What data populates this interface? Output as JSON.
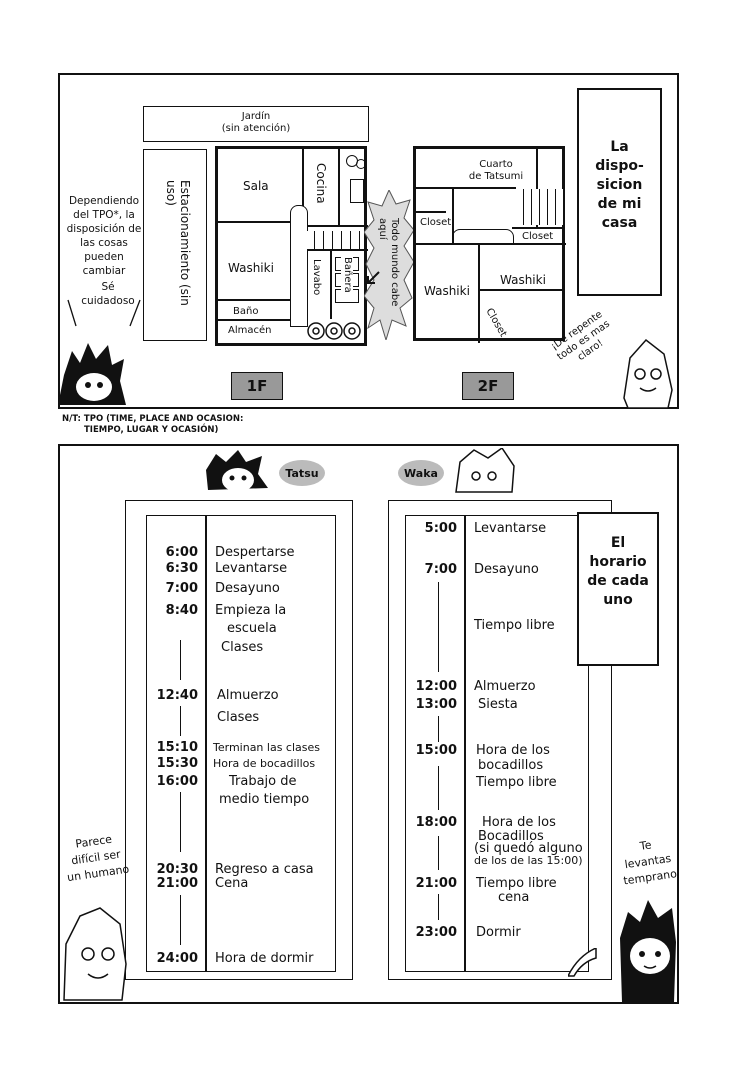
{
  "top_panel": {
    "garden": "Jardín",
    "garden_sub": "(sin atención)",
    "parking": "Estacionamiento (sin uso)",
    "living": "Sala",
    "kitchen": "Cocina",
    "washiki_1f": "Washiki",
    "bathtub": "Bañera",
    "sink": "Lavabo",
    "toilet": "Baño",
    "storage": "Almacén",
    "everyone_fits": "Todo mundo cabe aquí",
    "room_tatsumi_1": "Cuarto",
    "room_tatsumi_2": "de Tatsumi",
    "closet_1": "Closet",
    "closet_2": "Closet",
    "closet_3": "Closet",
    "washiki_2f_a": "Washiki",
    "washiki_2f_b": "Washiki",
    "floor_1": "1F",
    "floor_2": "2F",
    "title_lines": [
      "La",
      "dispo-",
      "sicion",
      "de mi",
      "casa"
    ],
    "left_note_lines": [
      "Dependiendo",
      "del TPO*, la",
      "disposición de",
      "las cosas",
      "pueden cambiar"
    ],
    "careful_lines": [
      "Sé",
      "cuidadoso"
    ],
    "right_note": "¡De repente todo es mas claro!"
  },
  "translator_note": {
    "line1": "N/T: TPO (TIME, PLACE AND OCASION:",
    "line2": "TIEMPO, LUGAR Y OCASIÓN)"
  },
  "bottom_panel": {
    "tatsu_label": "Tatsu",
    "waka_label": "Waka",
    "title_lines": [
      "El",
      "horario",
      "de cada",
      "uno"
    ],
    "left_comment_lines": [
      "Parece",
      "difícil ser",
      "un humano"
    ],
    "right_comment_lines": [
      "Te",
      "levantas",
      "temprano"
    ],
    "tatsu_schedule": [
      {
        "time": "6:00",
        "activity": "Despertarse"
      },
      {
        "time": "6:30",
        "activity": "Levantarse"
      },
      {
        "time": "7:00",
        "activity": "Desayuno"
      },
      {
        "time": "8:40",
        "activity": "Empieza la"
      },
      {
        "time": "",
        "activity": "escuela"
      },
      {
        "time": "",
        "activity": "Clases"
      },
      {
        "time": "12:40",
        "activity": "Almuerzo"
      },
      {
        "time": "",
        "activity": "Clases"
      },
      {
        "time": "15:10",
        "activity": "Terminan las clases"
      },
      {
        "time": "15:30",
        "activity": "Hora de bocadillos"
      },
      {
        "time": "16:00",
        "activity": "Trabajo de"
      },
      {
        "time": "",
        "activity": "medio tiempo"
      },
      {
        "time": "20:30",
        "activity": "Regreso a casa"
      },
      {
        "time": "21:00",
        "activity": "Cena"
      },
      {
        "time": "24:00",
        "activity": "Hora de dormir"
      }
    ],
    "waka_schedule": [
      {
        "time": "5:00",
        "activity": "Levantarse"
      },
      {
        "time": "7:00",
        "activity": "Desayuno"
      },
      {
        "time": "",
        "activity": "Tiempo libre"
      },
      {
        "time": "12:00",
        "activity": "Almuerzo"
      },
      {
        "time": "13:00",
        "activity": "Siesta"
      },
      {
        "time": "15:00",
        "activity": "Hora de los"
      },
      {
        "time": "",
        "activity": "bocadillos"
      },
      {
        "time": "",
        "activity": "Tiempo libre"
      },
      {
        "time": "18:00",
        "activity": "Hora de los"
      },
      {
        "time": "",
        "activity": "Bocadillos"
      },
      {
        "time": "",
        "activity": "(si quedó alguno"
      },
      {
        "time": "",
        "activity": "de los de las 15:00)"
      },
      {
        "time": "21:00",
        "activity": "Tiempo libre"
      },
      {
        "time": "",
        "activity": "cena"
      },
      {
        "time": "23:00",
        "activity": "Dormir"
      }
    ]
  }
}
